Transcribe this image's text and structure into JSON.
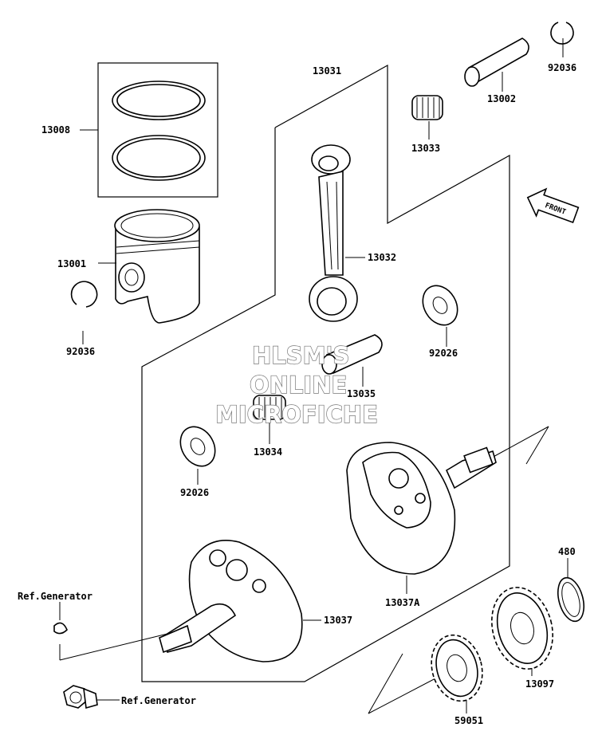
{
  "watermark": {
    "line1": "HLSM'S",
    "line2": "ONLINE",
    "line3": "MICROFICHE"
  },
  "front_badge": "FRONT",
  "parts": {
    "p13031": "13031",
    "p13008": "13008",
    "p13001": "13001",
    "p92036_left": "92036",
    "p92036_right": "92036",
    "p13002": "13002",
    "p13033": "13033",
    "p13032": "13032",
    "p92026_right": "92026",
    "p13035": "13035",
    "p13034": "13034",
    "p92026_left": "92026",
    "p13037A": "13037A",
    "p13037": "13037",
    "p480": "480",
    "p13097": "13097",
    "p59051": "59051"
  },
  "references": {
    "ref_generator_top": "Ref.Generator",
    "ref_generator_bottom": "Ref.Generator"
  }
}
